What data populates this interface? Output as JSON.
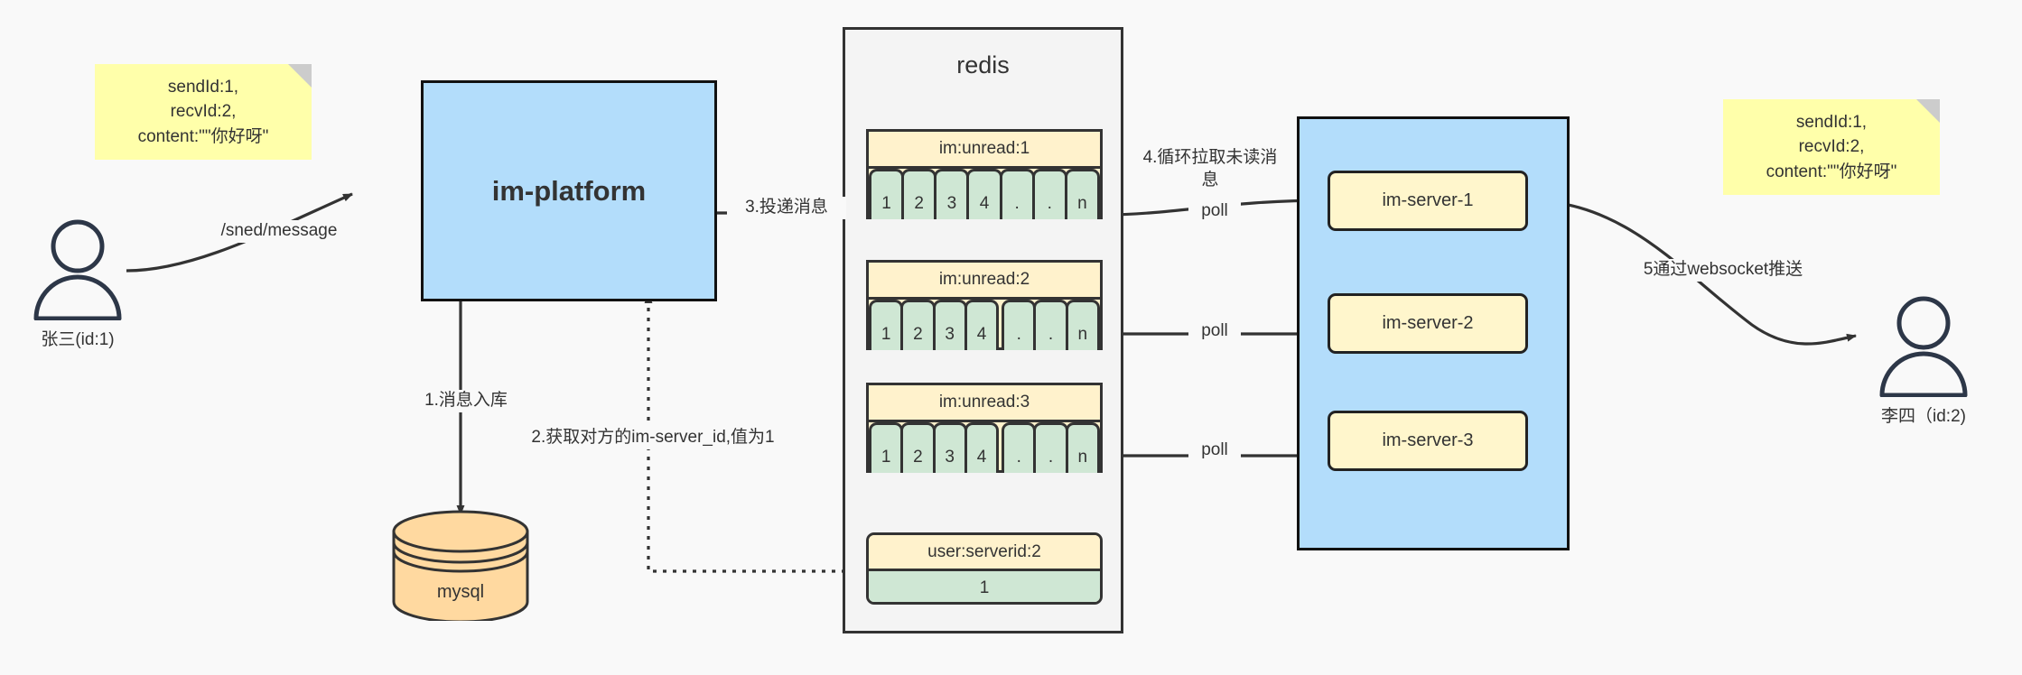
{
  "diagram": {
    "title": "IM message delivery architecture",
    "colors": {
      "background": "#f9f9f9",
      "note_fill": "#ffffaa",
      "note_fold": "#cccccc",
      "platform_fill": "#b3ddfb",
      "cluster_fill": "#b3ddfb",
      "redis_fill": "#f4f4f4",
      "list_head_fill": "#fff2cc",
      "list_cell_fill": "#cfe7d4",
      "server_fill": "#fff6cc",
      "db_fill": "#ffd9a0",
      "stroke": "#333333"
    }
  },
  "notes": {
    "left": "sendId:1,\nrecvId:2,\ncontent:\"\"你好呀\"",
    "right": "sendId:1,\nrecvId:2,\ncontent:\"\"你好呀\""
  },
  "actors": {
    "sender": {
      "label": "张三(id:1)",
      "icon": "person-icon"
    },
    "receiver": {
      "label": "李四（id:2)",
      "icon": "person-icon"
    }
  },
  "platform": {
    "label": "im-platform"
  },
  "database": {
    "label": "mysql",
    "icon": "database-cylinder-icon"
  },
  "redis": {
    "title": "redis",
    "structures": [
      {
        "key": "im:unread:1",
        "cells": [
          "1",
          "2",
          "3",
          "4",
          ".",
          ".",
          "n"
        ]
      },
      {
        "key": "im:unread:2",
        "cells": [
          "1",
          "2",
          "3",
          "4",
          ".",
          ".",
          "n"
        ]
      },
      {
        "key": "im:unread:3",
        "cells": [
          "1",
          "2",
          "3",
          "4",
          ".",
          ".",
          "n"
        ]
      }
    ],
    "kv": {
      "key": "user:serverid:2",
      "value": "1"
    }
  },
  "cluster": {
    "servers": [
      {
        "label": "im-server-1"
      },
      {
        "label": "im-server-2"
      },
      {
        "label": "im-server-3"
      }
    ]
  },
  "edges": {
    "send_message": "/sned/message",
    "step1": "1.消息入库",
    "step2": "2.获取对方的im-server_id,值为1",
    "step3": "3.投递消息",
    "step4": "4.循环拉取未读消\n息",
    "poll1": "poll",
    "poll2": "poll",
    "poll3": "poll",
    "step5": "5通过websocket推送"
  }
}
